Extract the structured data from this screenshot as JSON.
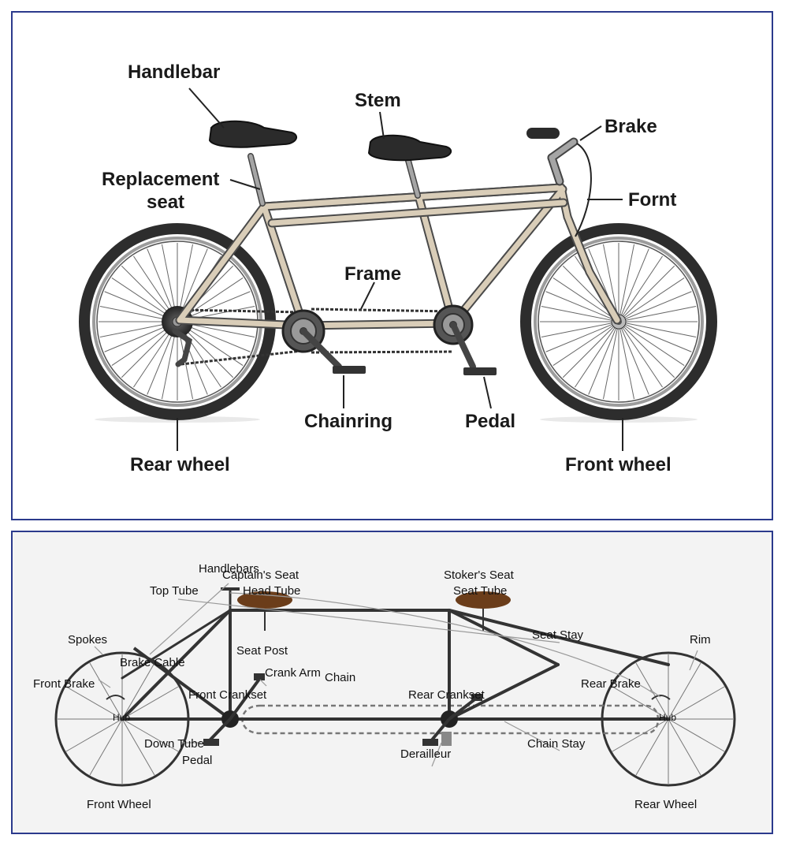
{
  "top_diagram": {
    "labels": {
      "handlebar": "Handlebar",
      "stem": "Stem",
      "brake": "Brake",
      "replacement_seat_line1": "Replacement",
      "replacement_seat_line2": "seat",
      "fornt": "Fornt",
      "frame": "Frame",
      "chainring": "Chainring",
      "pedal": "Pedal",
      "rear_wheel": "Rear wheel",
      "front_wheel": "Front wheel"
    },
    "colors": {
      "frame": "#d9cdb8",
      "tire": "#2d2d2d",
      "saddle": "#2b2b2b",
      "border": "#2b3a8c"
    }
  },
  "bottom_diagram": {
    "labels": {
      "handlebars": "Handlebars",
      "captains_seat": "Captain's Seat",
      "head_tube": "Head Tube",
      "top_tube": "Top Tube",
      "stokers_seat": "Stoker's Seat",
      "seat_tube": "Seat Tube",
      "seat_stay": "Seat Stay",
      "rim": "Rim",
      "spokes": "Spokes",
      "brake_cable": "Brake Cable",
      "seat_post": "Seat Post",
      "front_brake": "Front Brake",
      "crank_arm": "Crank Arm",
      "chain": "Chain",
      "rear_brake": "Rear Brake",
      "front_crankset": "Front Crankset",
      "rear_crankset": "Rear Crankset",
      "hub_front": "Hub",
      "hub_rear": "Hub",
      "down_tube": "Down Tube",
      "pedal": "Pedal",
      "derailleur": "Derailleur",
      "chain_stay": "Chain Stay",
      "front_wheel": "Front Wheel",
      "rear_wheel": "Rear Wheel"
    },
    "colors": {
      "frame": "#333333",
      "seat": "#6b3d1a",
      "background": "#f3f3f3"
    }
  }
}
